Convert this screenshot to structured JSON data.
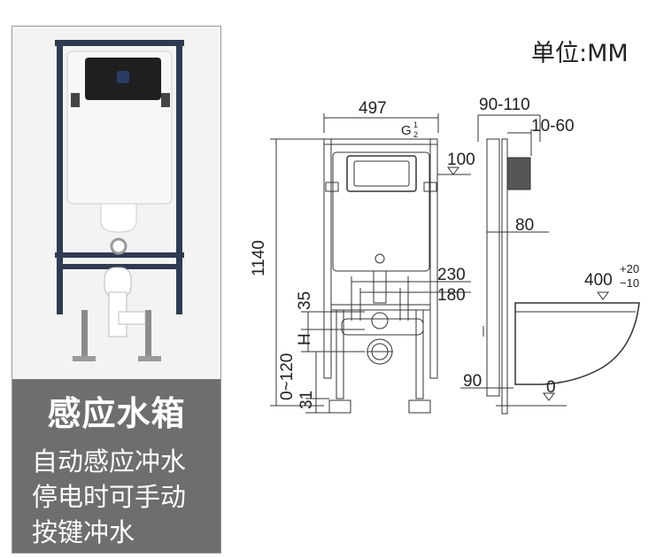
{
  "unit_label": "单位:MM",
  "product_panel": {
    "title": "感应水箱",
    "lines": [
      "自动感应冲水",
      "停电时可手动",
      "按键冲水"
    ]
  },
  "dimensions": {
    "width": "497",
    "height": "1140",
    "pipe": "G",
    "pipe_fraction_num": "1",
    "pipe_fraction_den": "2",
    "depth_range": "90-110",
    "wall_gap": "10-60",
    "top_offset": "100",
    "side_80": "80",
    "span_230": "230",
    "span_180": "180",
    "h_35": "35",
    "h_H": "H",
    "h_0_120": "0~120",
    "h_31": "31",
    "floor_90": "90",
    "floor_0": "0",
    "bowl_height": "400",
    "bowl_tol_plus": "+20",
    "bowl_tol_minus": "−10"
  }
}
